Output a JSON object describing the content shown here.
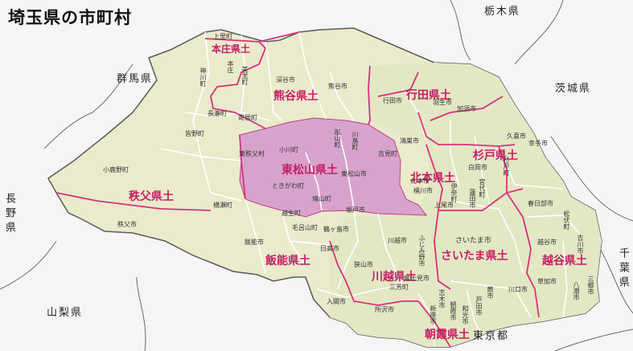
{
  "title": "埼玉県の市町村",
  "colors": {
    "background": "#f4f6f5",
    "land": "#e9ebcc",
    "eastern_land": "#e3e7c4",
    "highlight": "#d7a3cd",
    "district_border": "#d6337a",
    "muni_border": "#ffffff",
    "office_label": "#c61d63",
    "outline": "#5a5a5a"
  },
  "neighbors": [
    {
      "id": "tochigi",
      "name": "栃木県"
    },
    {
      "id": "gunma",
      "name": "群馬県"
    },
    {
      "id": "ibaraki",
      "name": "茨城県"
    },
    {
      "id": "nagano",
      "name": "長野県"
    },
    {
      "id": "chiba",
      "name": "千葉県"
    },
    {
      "id": "yamanashi",
      "name": "山梨県"
    },
    {
      "id": "tokyo",
      "name": "東京都"
    }
  ],
  "offices": [
    {
      "id": "honjo",
      "name": "本庄県土"
    },
    {
      "id": "kumagaya",
      "name": "熊谷県土"
    },
    {
      "id": "gyoda",
      "name": "行田県土"
    },
    {
      "id": "sugito",
      "name": "杉戸県土"
    },
    {
      "id": "higashimatsuyama",
      "name": "東松山県土"
    },
    {
      "id": "kitamoto",
      "name": "北本県土"
    },
    {
      "id": "chichibu",
      "name": "秩父県土"
    },
    {
      "id": "saitama",
      "name": "さいたま県土"
    },
    {
      "id": "koshigaya",
      "name": "越谷県土"
    },
    {
      "id": "hanno",
      "name": "飯能県土"
    },
    {
      "id": "kawagoe",
      "name": "川越県土"
    },
    {
      "id": "asaka",
      "name": "朝霞県土"
    }
  ],
  "municipalities": [
    {
      "id": "kamisato",
      "name": "上里町"
    },
    {
      "id": "honjo",
      "name": "本庄"
    },
    {
      "id": "misato",
      "name": "美里町"
    },
    {
      "id": "kamikawa",
      "name": "神川町"
    },
    {
      "id": "yorii",
      "name": "寄居町"
    },
    {
      "id": "ranzan",
      "name": "嵐山町"
    },
    {
      "id": "ogawa",
      "name": "小川町"
    },
    {
      "id": "fukaya",
      "name": "深谷市"
    },
    {
      "id": "kumagaya",
      "name": "熊谷市"
    },
    {
      "id": "gyoda",
      "name": "行田市"
    },
    {
      "id": "hanyu",
      "name": "羽生市"
    },
    {
      "id": "kazo",
      "name": "加須市"
    },
    {
      "id": "nagatoro",
      "name": "長瀞町"
    },
    {
      "id": "minano",
      "name": "皆野町"
    },
    {
      "id": "ogano",
      "name": "小鹿野町"
    },
    {
      "id": "higashichichibu",
      "name": "東秩父村"
    },
    {
      "id": "kawajima",
      "name": "川島町"
    },
    {
      "id": "yoshimi",
      "name": "吉見町"
    },
    {
      "id": "higashimatsuyama",
      "name": "東松山市"
    },
    {
      "id": "tokigawa",
      "name": "ときがわ町"
    },
    {
      "id": "hatoyama",
      "name": "鳩山町"
    },
    {
      "id": "kounosu",
      "name": "鴻巣市"
    },
    {
      "id": "kitamoto",
      "name": "北本市"
    },
    {
      "id": "okegawa",
      "name": "桶川市"
    },
    {
      "id": "ageo",
      "name": "上尾市"
    },
    {
      "id": "kuki",
      "name": "久喜市"
    },
    {
      "id": "satte",
      "name": "幸手市"
    },
    {
      "id": "sugito",
      "name": "杉戸町"
    },
    {
      "id": "miyashiro",
      "name": "宮代町"
    },
    {
      "id": "shiraoka",
      "name": "白岡市"
    },
    {
      "id": "hasuda",
      "name": "蓮田市"
    },
    {
      "id": "ina",
      "name": "伊奈町"
    },
    {
      "id": "kasukabe",
      "name": "春日部市"
    },
    {
      "id": "matsubushi",
      "name": "松伏町"
    },
    {
      "id": "yoshikawa",
      "name": "吉川市"
    },
    {
      "id": "yokoze",
      "name": "横瀬町"
    },
    {
      "id": "chichibu",
      "name": "秩父市"
    },
    {
      "id": "ogose",
      "name": "越生町"
    },
    {
      "id": "moroyama",
      "name": "毛呂山町"
    },
    {
      "id": "sakado",
      "name": "坂戸市"
    },
    {
      "id": "tsurugashima",
      "name": "鶴ヶ島市"
    },
    {
      "id": "hidaka",
      "name": "日高市"
    },
    {
      "id": "hanno",
      "name": "飯能市"
    },
    {
      "id": "kawagoe",
      "name": "川越市"
    },
    {
      "id": "fujimino",
      "name": "ふじみ野市"
    },
    {
      "id": "sayama",
      "name": "狭山市"
    },
    {
      "id": "iruma",
      "name": "入間市"
    },
    {
      "id": "tokorozawa",
      "name": "所沢市"
    },
    {
      "id": "fujimi",
      "name": "富士見市"
    },
    {
      "id": "miyoshi",
      "name": "三芳町"
    },
    {
      "id": "saitama",
      "name": "さいたま市"
    },
    {
      "id": "koshigaya",
      "name": "越谷市"
    },
    {
      "id": "soka",
      "name": "草加市"
    },
    {
      "id": "yashio",
      "name": "八潮市"
    },
    {
      "id": "misato2",
      "name": "三郷市"
    },
    {
      "id": "kawaguchi",
      "name": "川口市"
    },
    {
      "id": "warabi",
      "name": "蕨市"
    },
    {
      "id": "toda",
      "name": "戸田市"
    },
    {
      "id": "shiki",
      "name": "志木市"
    },
    {
      "id": "niiza",
      "name": "新座市"
    },
    {
      "id": "asaka",
      "name": "朝霞市"
    },
    {
      "id": "wako",
      "name": "和光市"
    }
  ]
}
